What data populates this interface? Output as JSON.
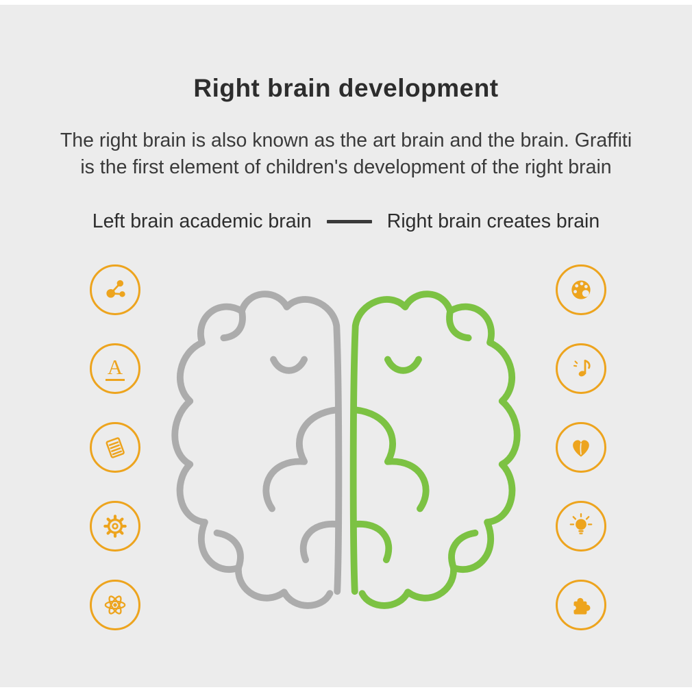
{
  "content": {
    "title": "Right brain development",
    "description": "The right brain is also known as the art brain and the brain. Graffiti is the first element of children's development of the right brain",
    "left_label": "Left brain academic brain",
    "right_label": "Right brain creates brain"
  },
  "brain": {
    "left_hemisphere_color": "#acacac",
    "right_hemisphere_color": "#7cc243"
  },
  "colors": {
    "background": "#ececec",
    "icon_orange": "#eda41e",
    "text_dark": "#2d2d2d"
  },
  "icons": {
    "letter_a_glyph": "A",
    "left_column": [
      "molecule-icon",
      "letter-a-icon",
      "notes-icon",
      "gear-icon",
      "atom-icon"
    ],
    "right_column": [
      "palette-icon",
      "music-note-icon",
      "heart-icon",
      "lightbulb-icon",
      "puzzle-icon"
    ]
  }
}
